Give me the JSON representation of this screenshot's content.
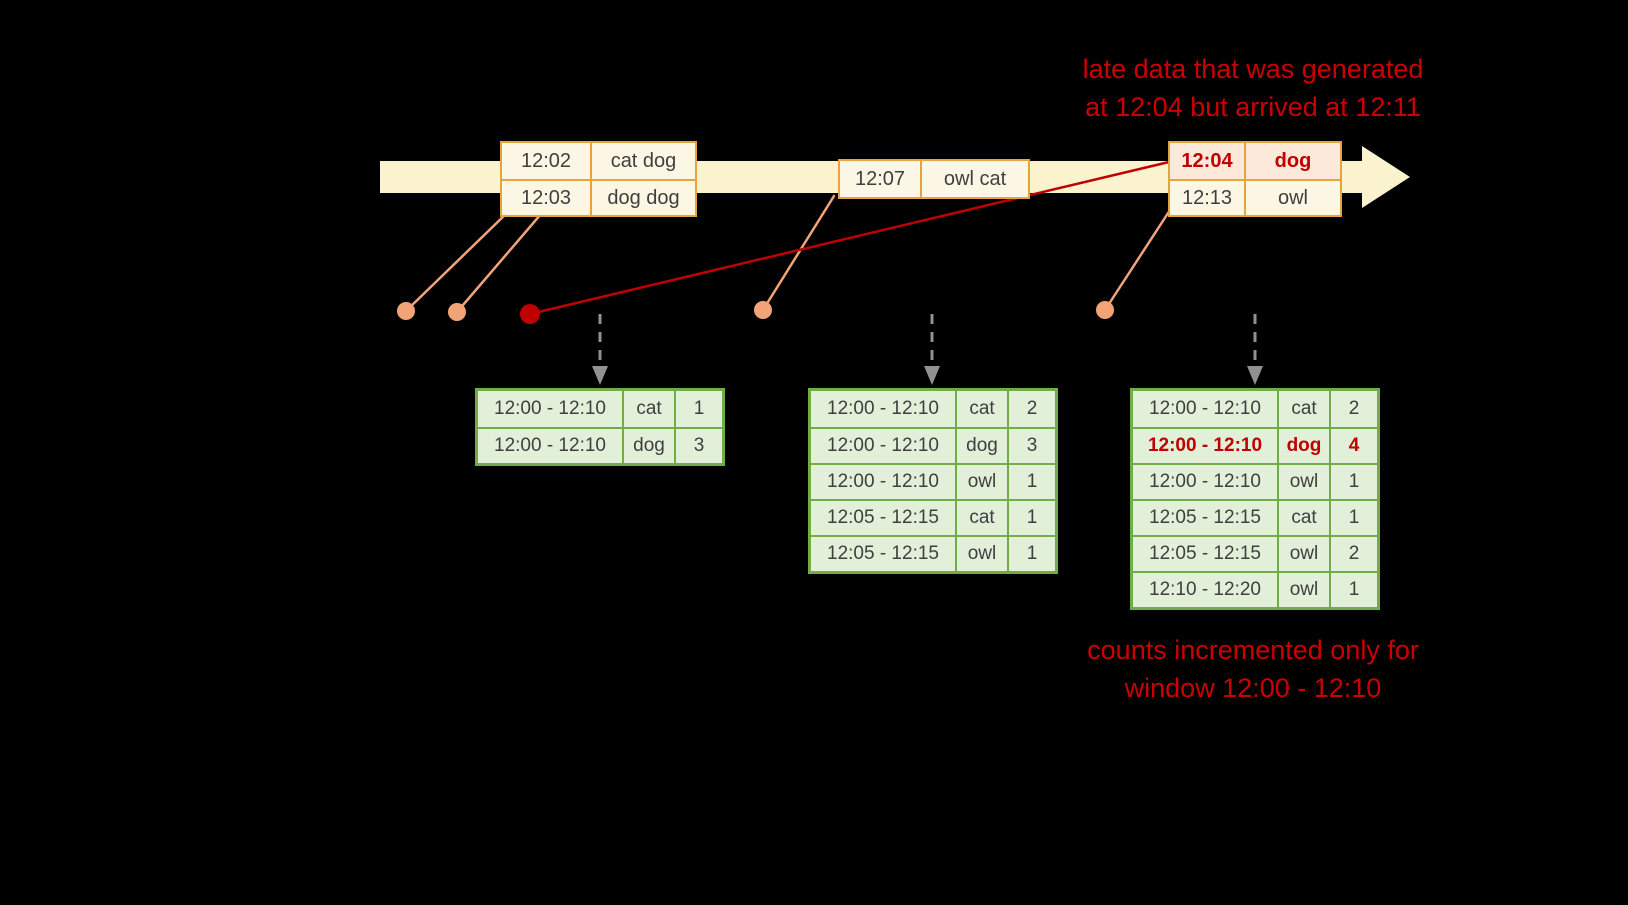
{
  "annotations": {
    "late_data_line1": "late data that was generated",
    "late_data_line2": "at 12:04 but arrived at 12:11",
    "counts_line1": "counts incremented only for",
    "counts_line2": "window 12:00 - 12:10"
  },
  "events": {
    "group1": {
      "rows": [
        {
          "time": "12:02",
          "words": "cat dog"
        },
        {
          "time": "12:03",
          "words": "dog dog"
        }
      ]
    },
    "group2": {
      "rows": [
        {
          "time": "12:07",
          "words": "owl cat"
        }
      ]
    },
    "group3": {
      "rows": [
        {
          "time": "12:04",
          "words": "dog",
          "late": true
        },
        {
          "time": "12:13",
          "words": "owl"
        }
      ]
    }
  },
  "tables": {
    "t1": {
      "rows": [
        {
          "window": "12:00 - 12:10",
          "word": "cat",
          "count": "1"
        },
        {
          "window": "12:00 - 12:10",
          "word": "dog",
          "count": "3"
        }
      ]
    },
    "t2": {
      "rows": [
        {
          "window": "12:00 - 12:10",
          "word": "cat",
          "count": "2"
        },
        {
          "window": "12:00 - 12:10",
          "word": "dog",
          "count": "3"
        },
        {
          "window": "12:00 - 12:10",
          "word": "owl",
          "count": "1"
        },
        {
          "window": "12:05 - 12:15",
          "word": "cat",
          "count": "1"
        },
        {
          "window": "12:05 - 12:15",
          "word": "owl",
          "count": "1"
        }
      ]
    },
    "t3": {
      "rows": [
        {
          "window": "12:00 - 12:10",
          "word": "cat",
          "count": "2"
        },
        {
          "window": "12:00 - 12:10",
          "word": "dog",
          "count": "4",
          "late": true
        },
        {
          "window": "12:00 - 12:10",
          "word": "owl",
          "count": "1"
        },
        {
          "window": "12:05 - 12:15",
          "word": "cat",
          "count": "1"
        },
        {
          "window": "12:05 - 12:15",
          "word": "owl",
          "count": "2"
        },
        {
          "window": "12:10 - 12:20",
          "word": "owl",
          "count": "1"
        }
      ]
    }
  },
  "colors": {
    "background": "#000000",
    "timeline_fill": "#FBF2CE",
    "event_border": "#E8A33D",
    "event_fill": "#FCF6E4",
    "late_event_fill": "#FCE9D9",
    "late_red": "#C00000",
    "annotation_red": "#CC0000",
    "connector_salmon": "#F2A478",
    "table_border": "#70AD47",
    "table_fill": "#E2EFD9",
    "table_text": "#3F3F3F",
    "down_arrow_gray": "#919191"
  }
}
